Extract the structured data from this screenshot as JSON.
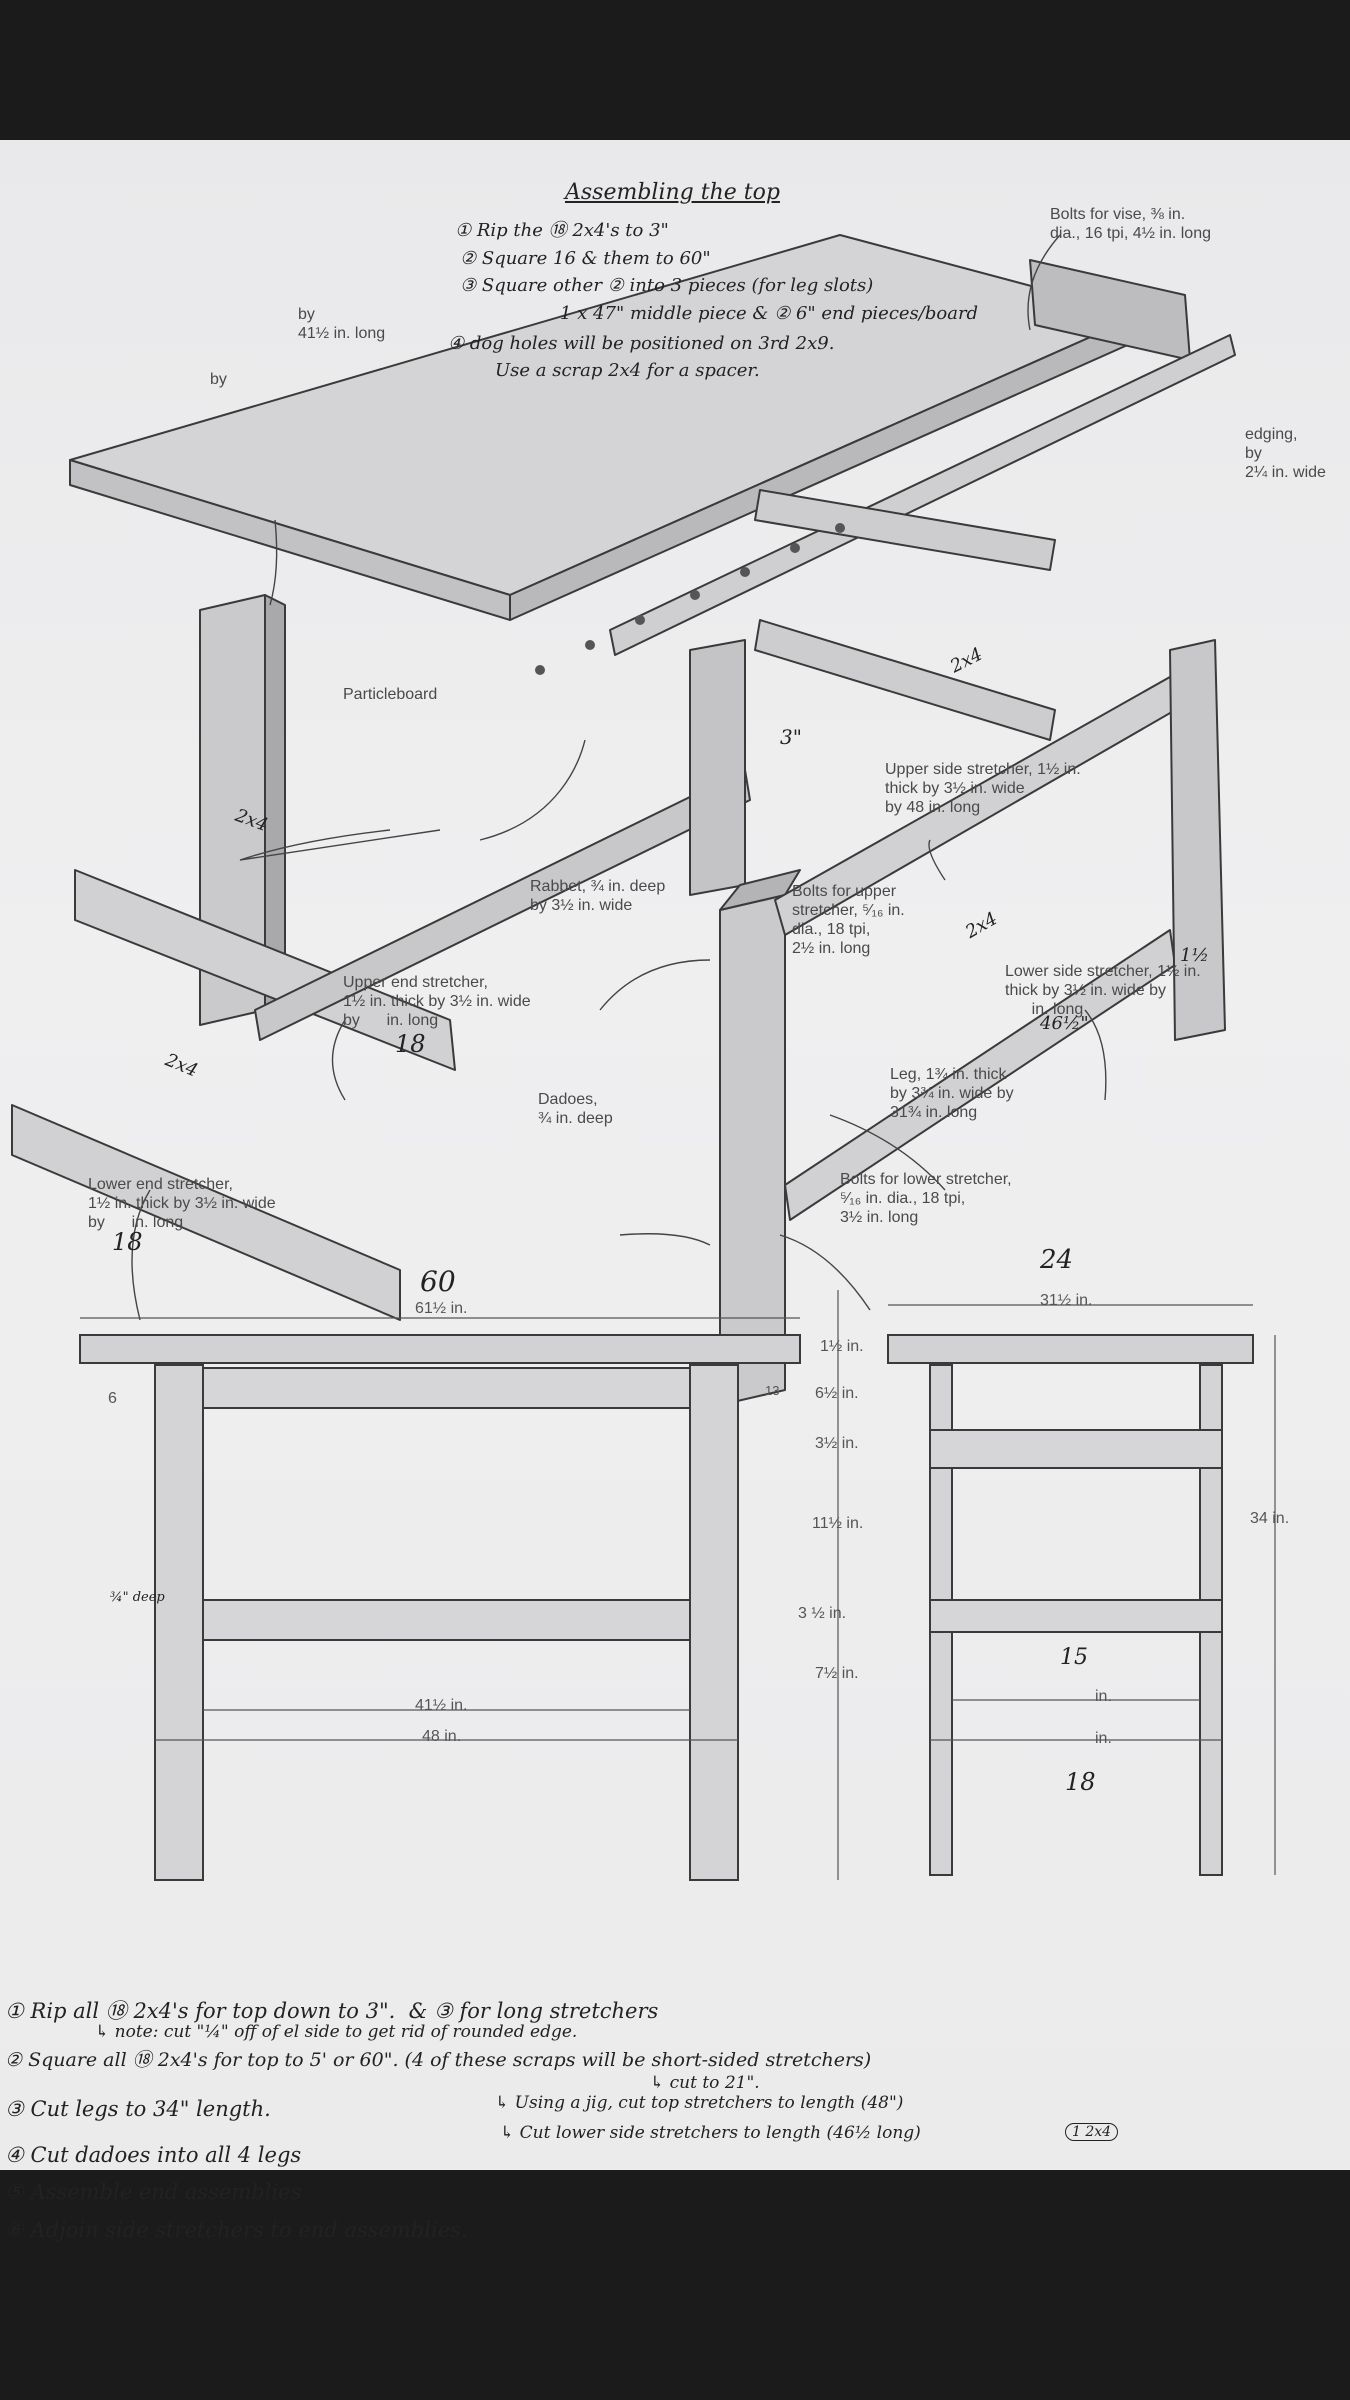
{
  "header": {
    "title": "Assembling the top",
    "notes": [
      "① Rip the ⑱ 2x4's to 3\"",
      "② Square 16 & them to 60\"",
      "③ Square other ② into 3 pieces (for leg slots)",
      "1 x 47\" middle piece & ② 6\" end pieces/board",
      "④ dog holes will be positioned on 3rd 2x9.",
      "Use a scrap 2x4 for a spacer."
    ]
  },
  "callouts": {
    "vise_bolts": "Bolts for vise, ⅜ in.\ndia., 16 tpi, 4½ in. long",
    "top_edge": "by\n41½ in. long",
    "top_left": "by",
    "maple_edging": "edging,\nby\n2¼ in. wide",
    "particleboard": "Particleboard",
    "rabbet": "Rabbet, ¾ in. deep\nby 3½ in. wide",
    "upper_side_stretcher": "Upper side stretcher, 1½ in.\nthick by 3½ in. wide\nby 48 in. long",
    "bolts_upper": "Bolts for upper\nstretcher, ⁵⁄₁₆ in.\ndia., 18 tpi,\n2½ in. long",
    "upper_end_stretcher": "Upper end stretcher,\n1½ in. thick by 3½ in. wide\nby      in. long",
    "lower_side_stretcher": "Lower side stretcher, 1½ in.\nthick by 3½ in. wide by\n      in. long",
    "leg": "Leg, 1¾ in. thick\nby 3¾ in. wide by\n31¾ in. long",
    "dadoes": "Dadoes,\n¾ in. deep",
    "bolts_lower": "Bolts for lower stretcher,\n⁵⁄₁₆ in. dia., 18 tpi,\n3½ in. long",
    "lower_end_stretcher": "Lower end stretcher,\n1½ in. thick by 3½ in. wide\nby      in. long"
  },
  "handwritten": {
    "two_by_four": "2x4",
    "three_inch": "3\"",
    "sixty": "60",
    "eighteen_a": "18",
    "eighteen_b": "18",
    "eighteen_c": "18",
    "fortysix": "46½\"",
    "twentyfour": "24",
    "fifteen": "15",
    "three_quarter_deep": "¾\" deep",
    "one_and_half": "1½"
  },
  "dimensions": {
    "front_width": "61½ in.",
    "d_13": "13",
    "d_6": "6",
    "height_1": "1½ in.",
    "height_2": "6½ in.",
    "height_3": "3½ in.",
    "height_4": "11½ in.",
    "height_5": "3 ½ in.",
    "height_6": "7½ in.",
    "bottom_inner": "41½ in.",
    "bottom_outer": "48 in.",
    "side_top": "31½ in.",
    "side_height": "34 in.",
    "side_inner": "in.",
    "side_outer": "in."
  },
  "steps": [
    "① Rip all ⑱ 2x4's for top down to 3\".  & ③ for long stretchers",
    "② Square all ⑱ 2x4's for top to 5' or 60\". (4 of these scraps will be short-sided stretchers)",
    "③ Cut legs to 34\" length.",
    "④ Cut dadoes into all 4 legs",
    "⑤ Assemble end assemblies",
    "⑥ Adjoin side stretchers to end assemblies."
  ],
  "substeps": [
    "↳ note: cut \"¼\" off of el side to get rid of rounded edge.",
    "↳ cut to 21\".",
    "↳ Using a jig, cut top stretchers to length (48\")",
    "↳ Cut lower side stretchers to length (46½ long)",
    "1 2x4"
  ]
}
